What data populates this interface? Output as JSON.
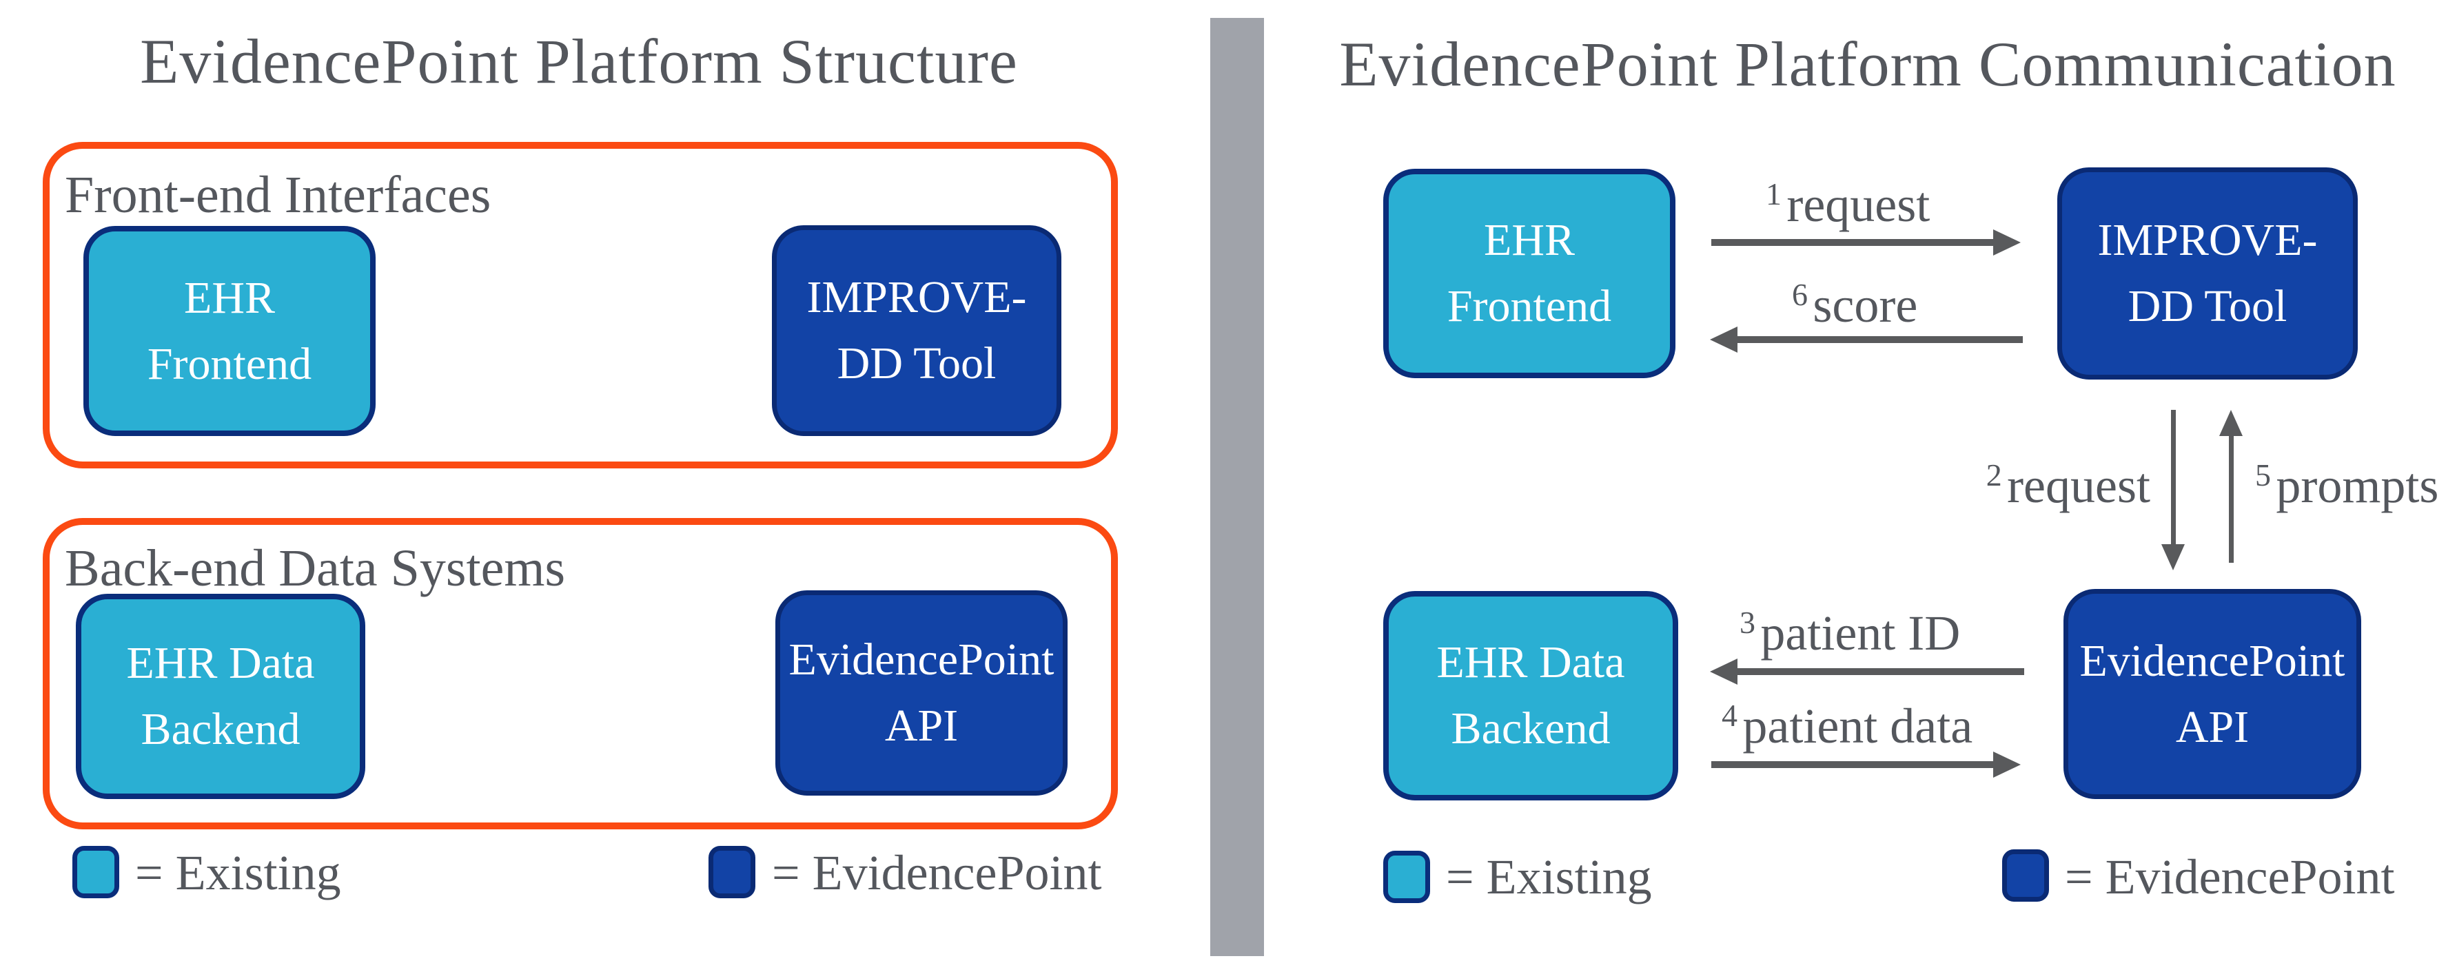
{
  "colors": {
    "background": "#FFFFFF",
    "existing_fill": "#2AAFD3",
    "existing_border": "#0A2D7B",
    "evidencepoint_fill": "#1243A6",
    "evidencepoint_border": "#0A2A74",
    "group_border": "#FB4A12",
    "text_gray": "#54575D",
    "arrow_gray": "#595A5C",
    "divider_gray": "#A0A3AA",
    "node_text": "#FFFFFF"
  },
  "left_panel": {
    "title": "EvidencePoint Platform Structure",
    "groups": [
      {
        "label": "Front-end Interfaces",
        "boxes": [
          {
            "line1": "EHR",
            "line2": "Frontend",
            "type": "existing"
          },
          {
            "line1": "IMPROVE-",
            "line2": "DD Tool",
            "type": "evidencepoint"
          }
        ]
      },
      {
        "label": "Back-end Data Systems",
        "boxes": [
          {
            "line1": "EHR Data",
            "line2": "Backend",
            "type": "existing"
          },
          {
            "line1": "EvidencePoint",
            "line2": "API",
            "type": "evidencepoint"
          }
        ]
      }
    ],
    "legend": {
      "existing": "= Existing",
      "evidencepoint": "= EvidencePoint"
    }
  },
  "right_panel": {
    "title": "EvidencePoint Platform Communication",
    "nodes": {
      "ehr_frontend": {
        "line1": "EHR",
        "line2": "Frontend",
        "type": "existing"
      },
      "improve_dd": {
        "line1": "IMPROVE-",
        "line2": "DD Tool",
        "type": "evidencepoint"
      },
      "ehr_data_backend": {
        "line1": "EHR Data",
        "line2": "Backend",
        "type": "existing"
      },
      "evidencepoint_api": {
        "line1": "EvidencePoint",
        "line2": "API",
        "type": "evidencepoint"
      }
    },
    "flows": [
      {
        "num": "1",
        "label": "request",
        "direction": "right",
        "from": "EHR Frontend",
        "to": "IMPROVE-DD Tool"
      },
      {
        "num": "6",
        "label": "score",
        "direction": "left",
        "from": "IMPROVE-DD Tool",
        "to": "EHR Frontend"
      },
      {
        "num": "2",
        "label": "request",
        "direction": "down",
        "from": "IMPROVE-DD Tool",
        "to": "EvidencePoint API"
      },
      {
        "num": "5",
        "label": "prompts",
        "direction": "up",
        "from": "EvidencePoint API",
        "to": "IMPROVE-DD Tool"
      },
      {
        "num": "3",
        "label": "patient ID",
        "direction": "left",
        "from": "EvidencePoint API",
        "to": "EHR Data Backend"
      },
      {
        "num": "4",
        "label": "patient data",
        "direction": "right",
        "from": "EHR Data Backend",
        "to": "EvidencePoint API"
      }
    ],
    "legend": {
      "existing": "= Existing",
      "evidencepoint": "= EvidencePoint"
    }
  }
}
